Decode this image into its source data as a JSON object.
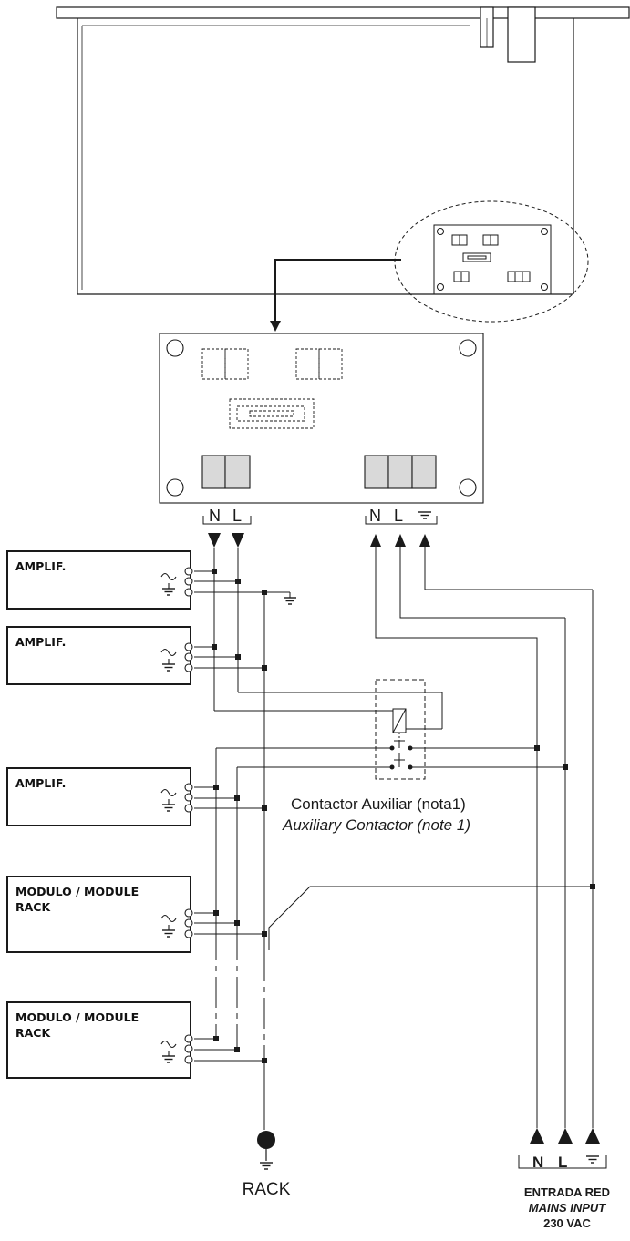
{
  "colors": {
    "line": "#1a1a1a",
    "relay_fill": "#d9d9d9"
  },
  "pcb_terminals": {
    "left": {
      "n": "N",
      "l": "L"
    },
    "right": {
      "n": "N",
      "l": "L"
    }
  },
  "modules": [
    {
      "line1": "AMPLIF.",
      "line2": ""
    },
    {
      "line1": "AMPLIF.",
      "line2": ""
    },
    {
      "line1": "AMPLIF.",
      "line2": ""
    },
    {
      "line1": "MODULO / MODULE",
      "line2": "RACK"
    },
    {
      "line1": "MODULO / MODULE",
      "line2": "RACK"
    }
  ],
  "contactor": {
    "label_es": "Contactor Auxiliar (nota1)",
    "label_en": "Auxiliary Contactor (note 1)"
  },
  "rack_ground": {
    "label": "RACK"
  },
  "mains": {
    "n": "N",
    "l": "L",
    "title_es": "ENTRADA RED",
    "title_en": "MAINS INPUT",
    "voltage": "230 VAC"
  }
}
